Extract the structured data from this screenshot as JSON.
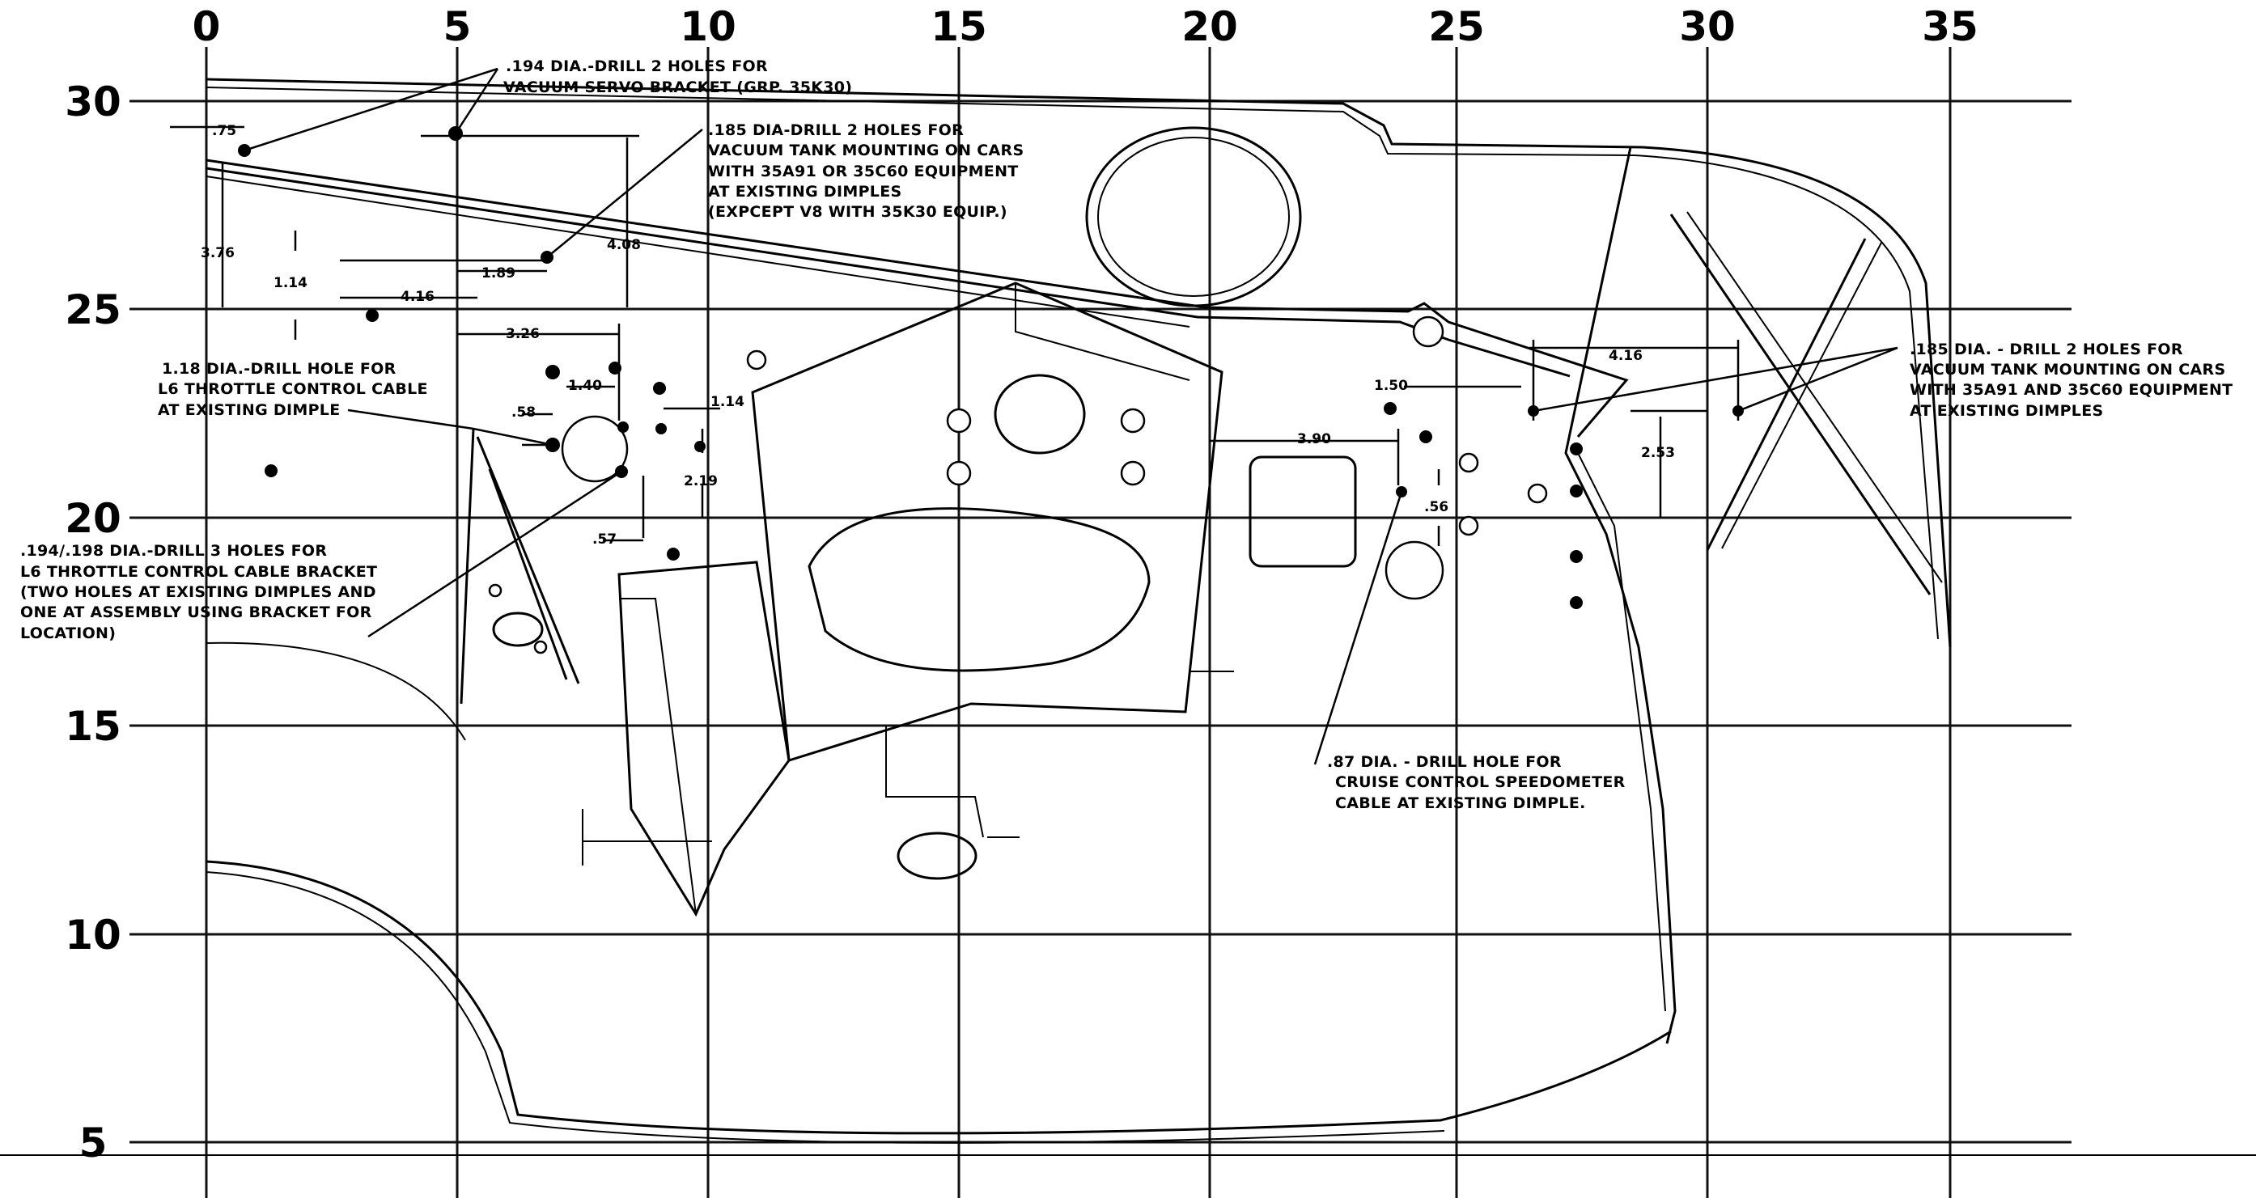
{
  "axes": {
    "x_ticks": [
      "0",
      "5",
      "10",
      "15",
      "20",
      "25",
      "30",
      "35"
    ],
    "y_ticks": [
      "30",
      "25",
      "20",
      "15",
      "10",
      "5"
    ]
  },
  "notes": {
    "servo_bracket": [
      ".194 DIA.-DRILL 2 HOLES FOR",
      "VACUUM SERVO BRACKET (GRP. 35K30)"
    ],
    "vacuum_tank_left": [
      ".185 DIA-DRILL 2 HOLES FOR",
      "VACUUM TANK MOUNTING ON CARS",
      "WITH 35A91 OR 35C60 EQUIPMENT",
      "AT EXISTING DIMPLES",
      "(EXPCEPT V8 WITH 35K30 EQUIP.)"
    ],
    "throttle_cable": [
      "1.18 DIA.-DRILL HOLE FOR",
      "L6 THROTTLE CONTROL CABLE",
      "AT EXISTING DIMPLE"
    ],
    "throttle_bracket": [
      ".194/.198 DIA.-DRILL 3 HOLES FOR",
      "L6 THROTTLE CONTROL CABLE BRACKET",
      "(TWO HOLES AT EXISTING DIMPLES AND",
      "ONE AT ASSEMBLY USING BRACKET FOR",
      "LOCATION)"
    ],
    "vacuum_tank_right": [
      ".185 DIA. - DRILL 2 HOLES FOR",
      "VACUUM TANK MOUNTING ON CARS",
      "WITH 35A91 AND 35C60 EQUIPMENT",
      "AT EXISTING DIMPLES"
    ],
    "cruise_control": [
      ".87 DIA. - DRILL HOLE FOR",
      "CRUISE CONTROL SPEEDOMETER",
      "CABLE AT EXISTING DIMPLE."
    ]
  },
  "dimensions": {
    "d075": ".75",
    "d376": "3.76",
    "d114a": "1.14",
    "d416a": "4.16",
    "d189": "1.89",
    "d408": "4.08",
    "d326": "3.26",
    "d140": "1.40",
    "d114b": "1.14",
    "d058": ".58",
    "d219": "2.19",
    "d057": ".57",
    "d390": "3.90",
    "d150": "1.50",
    "d416b": "4.16",
    "d253": "2.53",
    "d056": ".56"
  }
}
